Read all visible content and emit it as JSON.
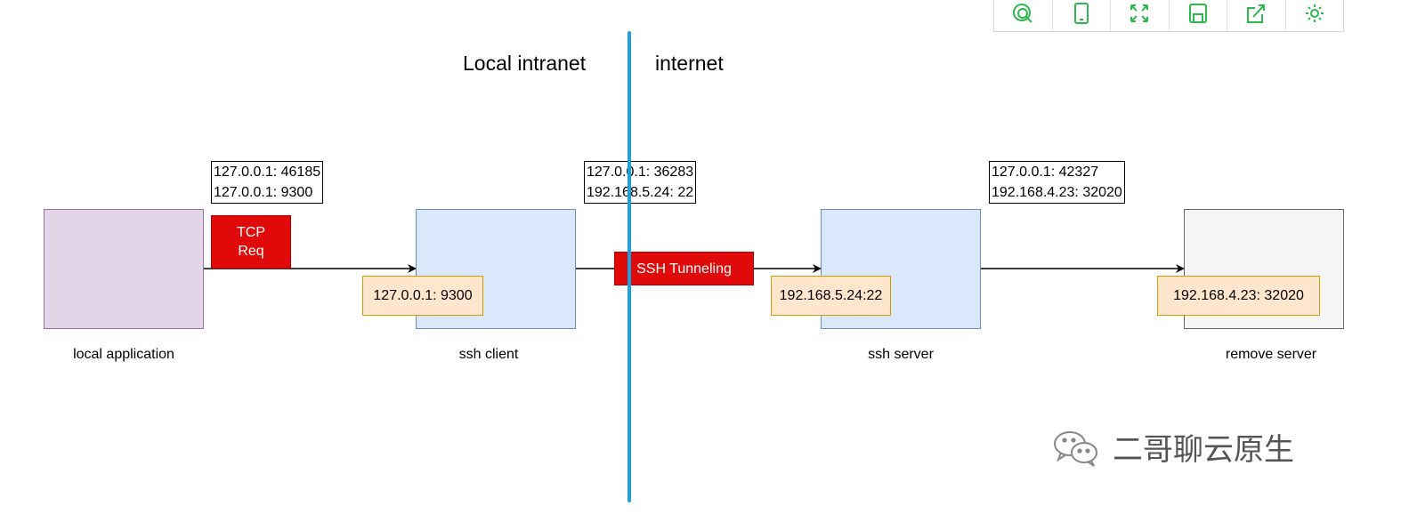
{
  "regions": {
    "left": "Local intranet",
    "right": "internet"
  },
  "nodes": {
    "local_application": "local application",
    "ssh_client": "ssh client",
    "ssh_server": "ssh server",
    "remote_server": "remove server"
  },
  "connections": {
    "app_to_client": {
      "line1": "127.0.0.1: 46185",
      "line2": "127.0.0.1: 9300"
    },
    "client_to_server": {
      "line1": "127.0.0.1: 36283",
      "line2": "192.168.5.24: 22"
    },
    "server_to_remote": {
      "line1": "127.0.0.1: 42327",
      "line2": "192.168.4.23: 32020"
    }
  },
  "ports": {
    "ssh_client": "127.0.0.1: 9300",
    "ssh_server": "192.168.5.24:22",
    "remote_server": "192.168.4.23: 32020"
  },
  "tags": {
    "tcp_line1": "TCP",
    "tcp_line2": "Req",
    "ssh_tunneling": "SSH Tunneling"
  },
  "watermark": "二哥聊云原生",
  "colors": {
    "divider": "#1ba1e2",
    "app_fill": "#e1d5e7",
    "app_border": "#9673a6",
    "ssh_fill": "#dae8fc",
    "ssh_border": "#6c8ebf",
    "remote_fill": "#f5f5f5",
    "remote_border": "#666666",
    "port_fill": "#ffe6cc",
    "port_border": "#d79b00",
    "tag_red": "#e10a0a",
    "toolbar_icon": "#2db84d"
  },
  "toolbar_icons": [
    "search-icon",
    "mobile-icon",
    "fullscreen-icon",
    "save-icon",
    "share-icon",
    "gear-icon"
  ]
}
